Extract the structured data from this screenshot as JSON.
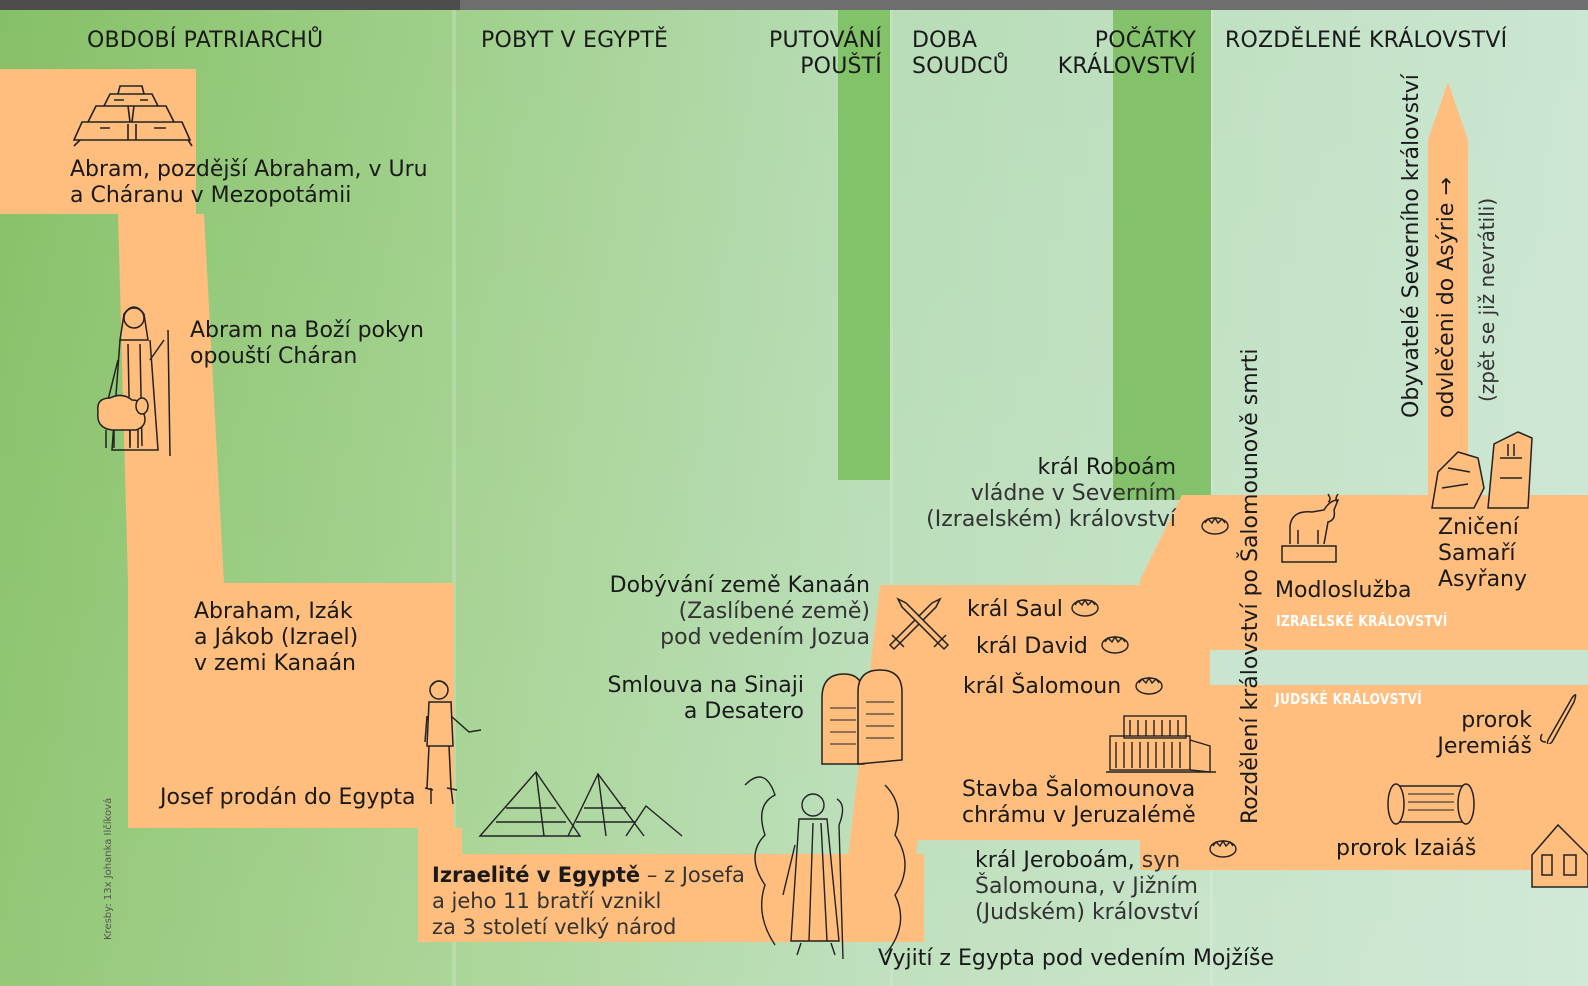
{
  "headers": {
    "patriarchs": "OBDOBÍ PATRIARCHŮ",
    "egypt": "POBYT V EGYPTĚ",
    "wandering_1": "PUTOVÁNÍ",
    "wandering_2": "POUŠTÍ",
    "judges_1": "DOBA",
    "judges_2": "SOUDCŮ",
    "kingdom_start_1": "POČÁTKY",
    "kingdom_start_2": "KRÁLOVSTVÍ",
    "divided": "ROZDĚLENÉ KRÁLOVSTVÍ"
  },
  "events": {
    "abram_ur_1": "Abram, pozdější Abraham, v Uru",
    "abram_ur_2": "a Cháranu v Mezopotámii",
    "abram_leaves_1": "Abram na Boží pokyn",
    "abram_leaves_2": "opouští Cháran",
    "canaan_1": "Abraham, Izák",
    "canaan_2": "a Jákob (Izrael)",
    "canaan_3": "v zemi Kanaán",
    "joseph": "Josef prodán do Egypta",
    "israelites_bold": "Izraelité v Egyptě",
    "israelites_1": " – z Josefa",
    "israelites_2": "a jeho 11 bratří vznikl",
    "israelites_3": "za 3 století velký národ",
    "exodus": "Vyjití z Egypta pod vedením Mojžíše",
    "sinai_1": "Smlouva na Sinaji",
    "sinai_2": "a Desatero",
    "conquest_1": "Dobývání země Kanaán",
    "conquest_2": "(Zaslíbené země)",
    "conquest_3": "pod vedením Jozua",
    "saul": "král Saul",
    "david": "král David",
    "solomon": "král Šalomoun",
    "temple_1": "Stavba Šalomounova",
    "temple_2": "chrámu v Jeruzalémě",
    "rehoboam_1": "král Roboám",
    "rehoboam_2": "vládne v Severním",
    "rehoboam_3": "(Izraelském) království",
    "jeroboam_bold": "král Jeroboám,",
    "jeroboam_1": " syn",
    "jeroboam_2": "Šalomouna, v Jižním",
    "jeroboam_3": "(Judském) království",
    "division": "Rozdělení království po Šalomounově smrti",
    "idolatry": "Modloslužba",
    "samaria_1": "Zničení",
    "samaria_2": "Samaří",
    "samaria_3": "Asyřany",
    "exile_1": "Obyvatelé Severního království",
    "exile_2": "odvlečeni do Asýrie",
    "exile_arrow": "→",
    "exile_3": "(zpět se již nevrátili)",
    "israel_kingdom": "IZRAELSKÉ KRÁLOVSTVÍ",
    "judah_kingdom": "JUDSKÉ KRÁLOVSTVÍ",
    "jeremiah_1": "prorok",
    "jeremiah_2": "Jeremiáš",
    "isaiah": "prorok Izaiáš"
  },
  "credit": "Kresby: 13x Johanka Ilčíková",
  "icons": [
    "ziggurat-icon",
    "abram-shepherd-icon",
    "sheep-icon",
    "joseph-boy-icon",
    "pyramids-icon",
    "moses-icon",
    "tablets-icon",
    "swords-icon",
    "crown-icon",
    "temple-icon",
    "golden-calf-icon",
    "ruins-icon",
    "scroll-icon",
    "house-icon"
  ],
  "colors": {
    "path": "#ffbe7d",
    "green_dark": "#86c066",
    "green_light": "#c9e4cf",
    "band": "#7cbf60",
    "kingdom_label": "#ffffff"
  }
}
